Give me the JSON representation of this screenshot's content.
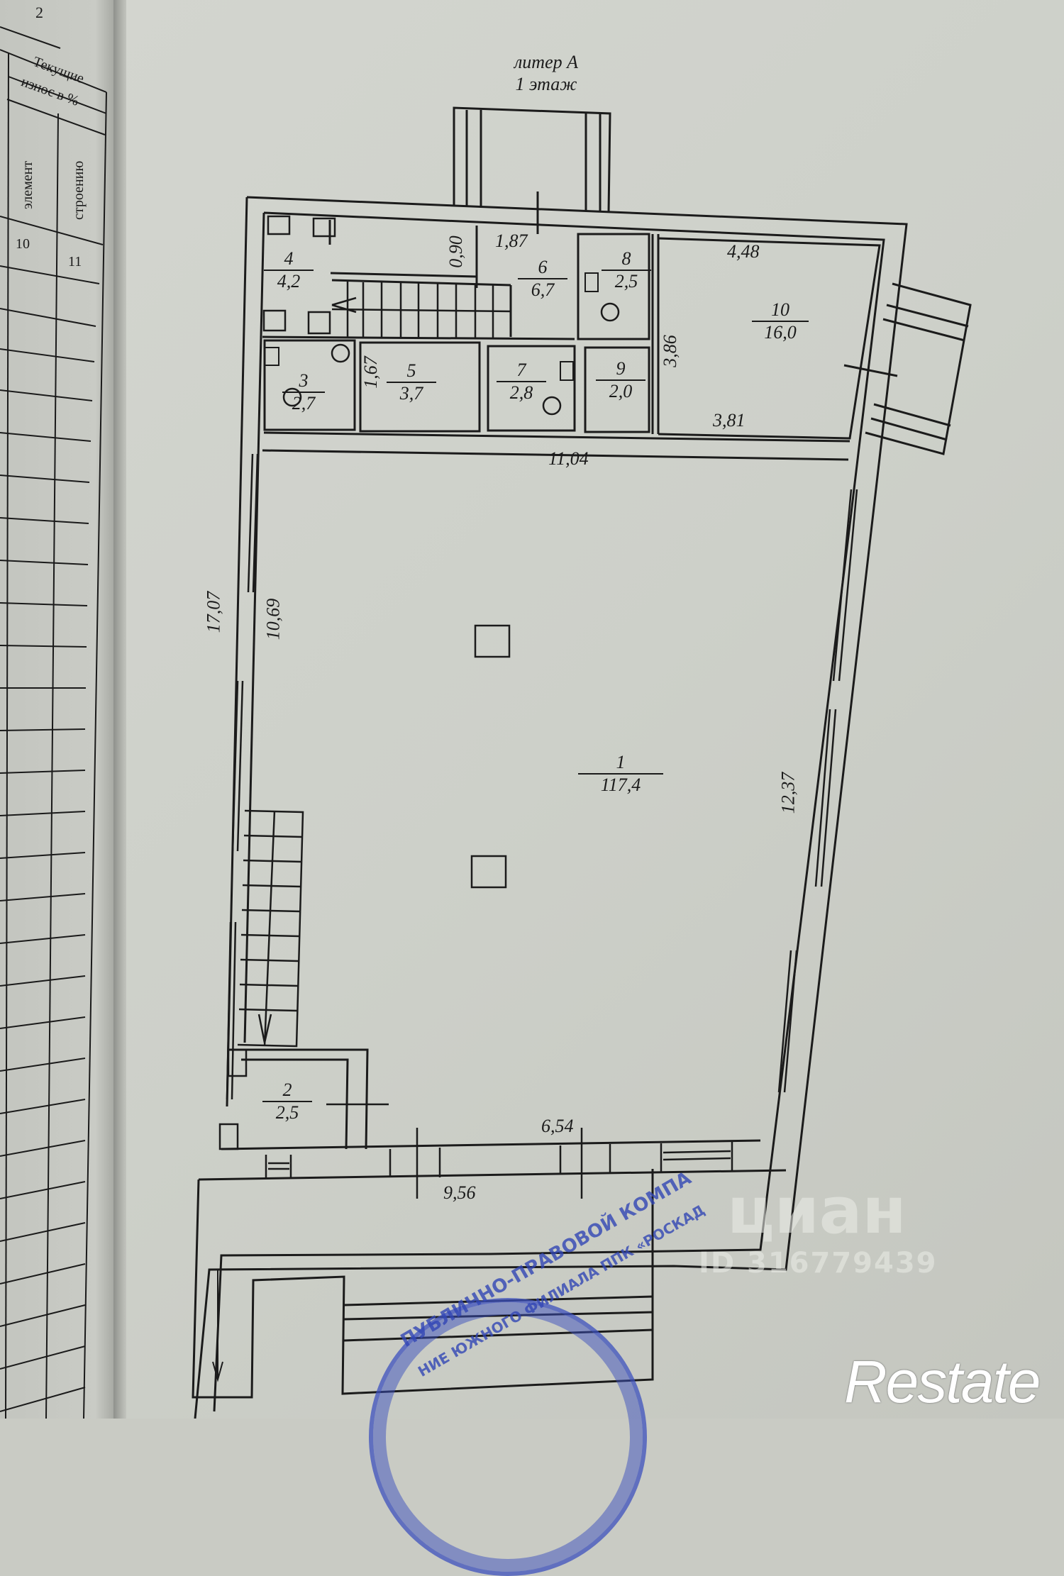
{
  "document": {
    "page_number": "2",
    "title_line1": "литер А",
    "title_line2": "1 этаж"
  },
  "left_table": {
    "group_header": "Текущие",
    "subheader": "износ в %",
    "columns": [
      {
        "label": "элемент",
        "number": "10"
      },
      {
        "label": "строению",
        "number": "11"
      }
    ]
  },
  "rooms": [
    {
      "id": "1",
      "area": "117,4"
    },
    {
      "id": "2",
      "area": "2,5"
    },
    {
      "id": "3",
      "area": "2,7"
    },
    {
      "id": "4",
      "area": "4,2"
    },
    {
      "id": "5",
      "area": "3,7"
    },
    {
      "id": "6",
      "area": "6,7"
    },
    {
      "id": "7",
      "area": "2,8"
    },
    {
      "id": "8",
      "area": "2,5"
    },
    {
      "id": "9",
      "area": "2,0"
    },
    {
      "id": "10",
      "area": "16,0"
    }
  ],
  "dimensions": {
    "d_090": "0,90",
    "d_187": "1,87",
    "d_448": "4,48",
    "d_167": "1,67",
    "d_386": "3,86",
    "d_381": "3,81",
    "d_1104": "11,04",
    "d_1707": "17,07",
    "d_1069": "10,69",
    "d_1237": "12,37",
    "d_654": "6,54",
    "d_956": "9,56"
  },
  "watermarks": {
    "cian_text": "циан",
    "cian_id": "ID 316779439",
    "brand": "Restate"
  },
  "stamp": {
    "text_outer": "ПУБЛИЧНО-ПРАВОВОЙ КОМПА",
    "text_inner": "НИЕ ЮЖНОГО ФИЛИАЛА ППК «РОСКАД"
  },
  "colors": {
    "paper": "#cdd0c9",
    "ink": "#1b1b1b",
    "stamp": "#3c50be"
  }
}
